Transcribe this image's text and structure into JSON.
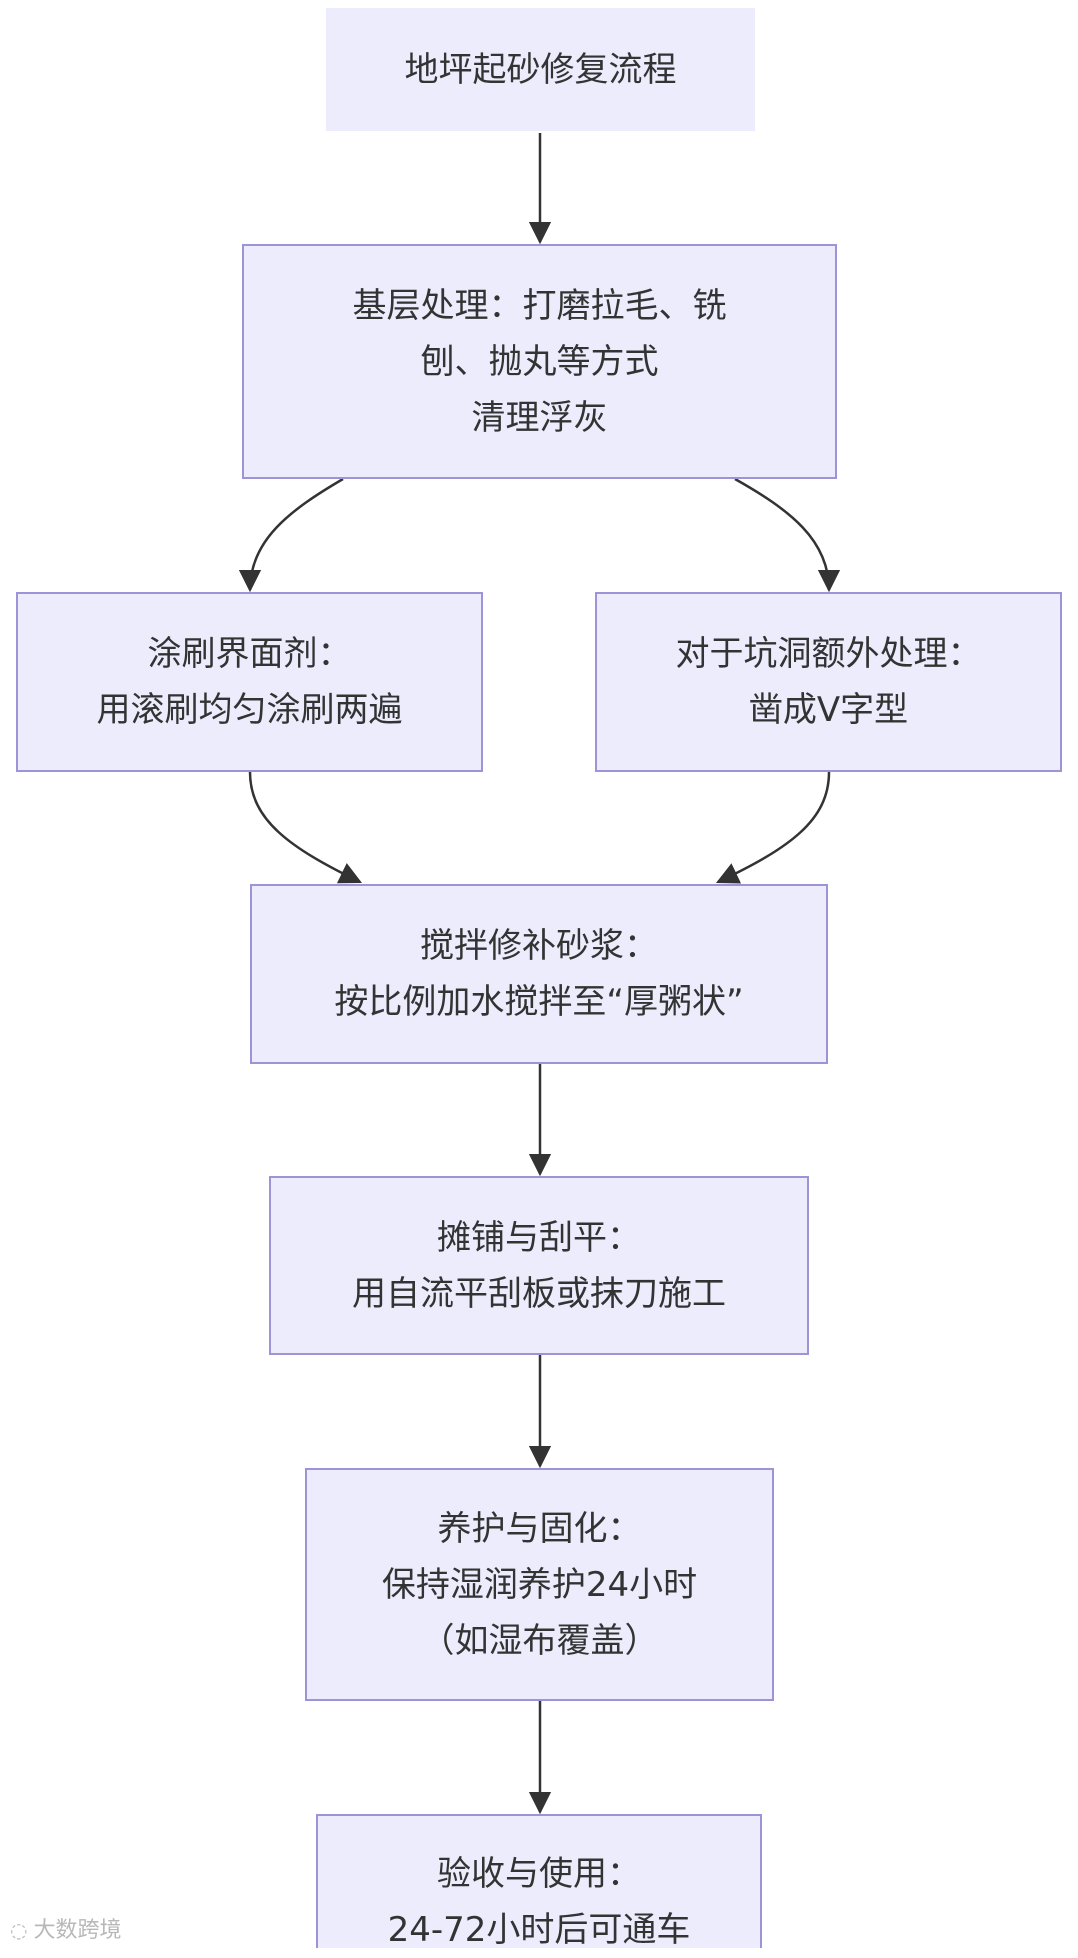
{
  "colors": {
    "node_fill": "#ececfd",
    "node_border": "#9c94d6",
    "edge": "#333333",
    "text": "#333333"
  },
  "nodes": {
    "start": {
      "lines": [
        "地坪起砂修复流程"
      ]
    },
    "base": {
      "lines": [
        "基层处理：打磨拉毛、铣",
        "刨、抛丸等方式",
        "清理浮灰"
      ]
    },
    "primer": {
      "lines": [
        "涂刷界面剂：",
        "用滚刷均匀涂刷两遍"
      ]
    },
    "pits": {
      "lines": [
        "对于坑洞额外处理：",
        "凿成V字型"
      ]
    },
    "mix": {
      "lines": [
        "搅拌修补砂浆：",
        "按比例加水搅拌至“厚粥状”"
      ]
    },
    "spread": {
      "lines": [
        "摊铺与刮平：",
        "用自流平刮板或抹刀施工"
      ]
    },
    "cure": {
      "lines": [
        "养护与固化：",
        "保持湿润养护24小时",
        "（如湿布覆盖）"
      ]
    },
    "accept": {
      "lines": [
        "验收与使用：",
        "24-72小时后可通车"
      ]
    }
  },
  "edges": [
    {
      "from": "start",
      "to": "base"
    },
    {
      "from": "base",
      "to": "primer"
    },
    {
      "from": "base",
      "to": "pits"
    },
    {
      "from": "primer",
      "to": "mix"
    },
    {
      "from": "pits",
      "to": "mix"
    },
    {
      "from": "mix",
      "to": "spread"
    },
    {
      "from": "spread",
      "to": "cure"
    },
    {
      "from": "cure",
      "to": "accept"
    }
  ],
  "watermark": {
    "icon": "logo-icon",
    "text": "大数跨境"
  }
}
